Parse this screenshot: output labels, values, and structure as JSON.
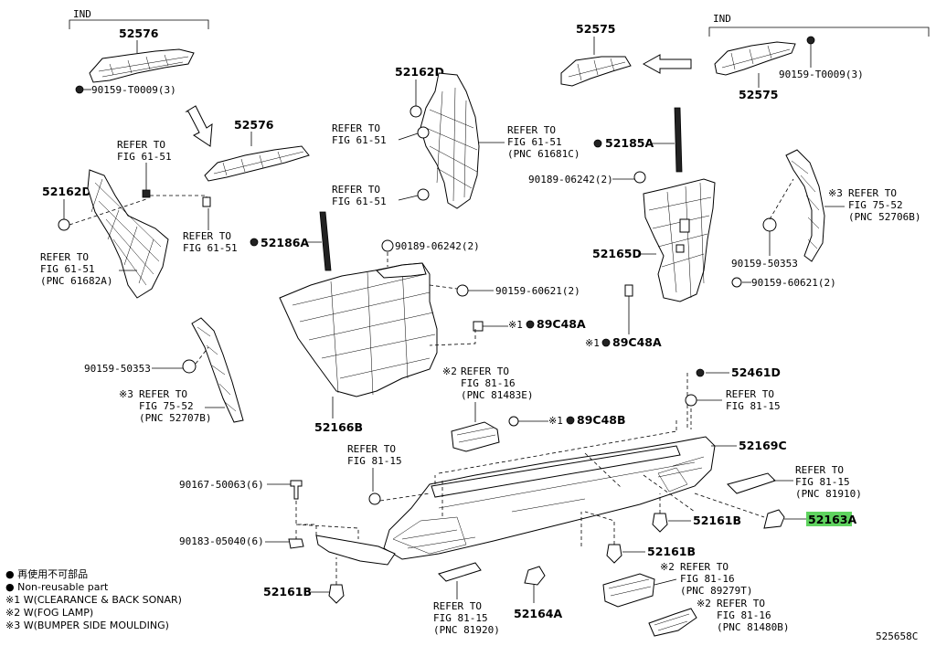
{
  "labels": {
    "ind_left": "IND",
    "ind_right": "IND",
    "p52576_top": "52576",
    "p52576_mid": "52576",
    "p52575_top": "52575",
    "p52575_right": "52575",
    "clip_left": "90159-T0009(3)",
    "clip_right": "90159-T0009(3)",
    "p52162D_left": "52162D",
    "p52162D_top": "52162D",
    "p52185A": "52185A",
    "p52186A": "52186A",
    "p52165D": "52165D",
    "p52166B": "52166B",
    "p52461D": "52461D",
    "p52169C": "52169C",
    "p52161B_a": "52161B",
    "p52161B_b": "52161B",
    "p52161B_c": "52161B",
    "p52163A": "52163A",
    "p52164A": "52164A",
    "p89C48A_a": "89C48A",
    "p89C48A_b": "89C48A",
    "p89C48B": "89C48B",
    "b90189_a": "90189-06242(2)",
    "b90189_b": "90189-06242(2)",
    "b90159_60621_a": "90159-60621(2)",
    "b90159_60621_b": "90159-60621(2)",
    "b90159_50353_a": "90159-50353",
    "b90159_50353_b": "90159-50353",
    "b90167": "90167-50063(6)",
    "b90183": "90183-05040(6)",
    "mark1": "※1",
    "mark2": "※2",
    "mark3": "※3",
    "refer_to": "REFER TO",
    "fig61_51": "FIG 61-51",
    "fig81_15": "FIG 81-15",
    "fig81_16": "FIG 81-16",
    "fig75_52": "FIG 75-52",
    "pnc61682A": "(PNC 61682A)",
    "pnc61681C": "(PNC 61681C)",
    "pnc52706B": "(PNC 52706B)",
    "pnc52707B": "(PNC 52707B)",
    "pnc81483E": "(PNC 81483E)",
    "pnc81910": "(PNC 81910)",
    "pnc81920": "(PNC 81920)",
    "pnc89279T": "(PNC 89279T)",
    "pnc81480B": "(PNC 81480B)",
    "figure_id": "525658C"
  },
  "legend": {
    "line1": "● 再使用不可部品",
    "line2": "● Non-reusable part",
    "line3": "※1 W(CLEARANCE & BACK SONAR)",
    "line4": "※2 W(FOG LAMP)",
    "line5": "※3 W(BUMPER SIDE MOULDING)"
  },
  "highlight": {
    "part": "52163A",
    "color": "#5fd35f"
  }
}
